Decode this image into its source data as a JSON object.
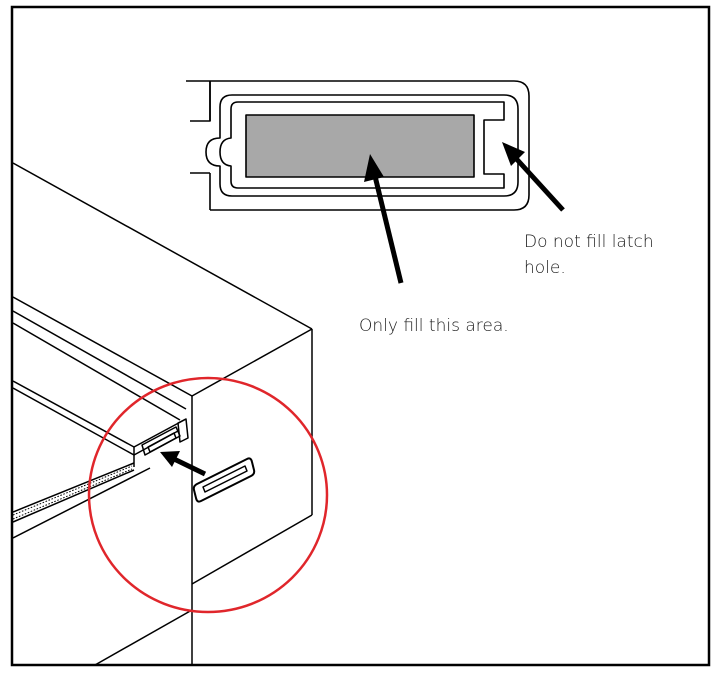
{
  "callouts": {
    "latch": {
      "line1": "Do not fill latch",
      "line2": "hole."
    },
    "area": {
      "text": "Only fill this area."
    }
  },
  "colors": {
    "frame": "#000000",
    "fill_area": "#a8a8a8",
    "highlight_circle": "#e0262b",
    "arrow": "#000000"
  }
}
